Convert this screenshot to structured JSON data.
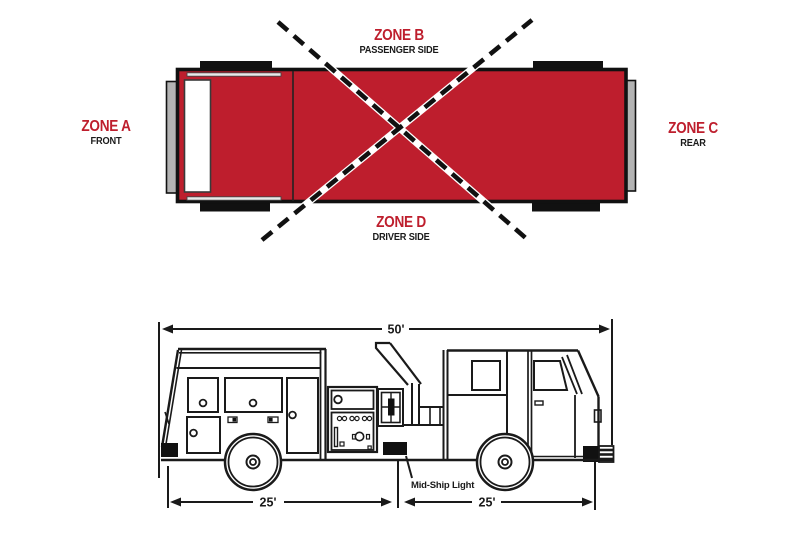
{
  "zones": [
    {
      "title": "ZONE A",
      "subtitle": "FRONT"
    },
    {
      "title": "ZONE B",
      "subtitle": "PASSENGER SIDE"
    },
    {
      "title": "ZONE C",
      "subtitle": "REAR"
    },
    {
      "title": "ZONE D",
      "subtitle": "DRIVER SIDE"
    }
  ],
  "side_view": {
    "overall_length": "50'",
    "rear_section_length": "25'",
    "front_section_length": "25'",
    "midship_light_label": "Mid-Ship Light"
  },
  "colors": {
    "truck_red": "#be1e2d",
    "zone_text_red": "#be1e2d",
    "line_black": "#1a1a1a",
    "bumper_gray": "#b3b3b3"
  }
}
